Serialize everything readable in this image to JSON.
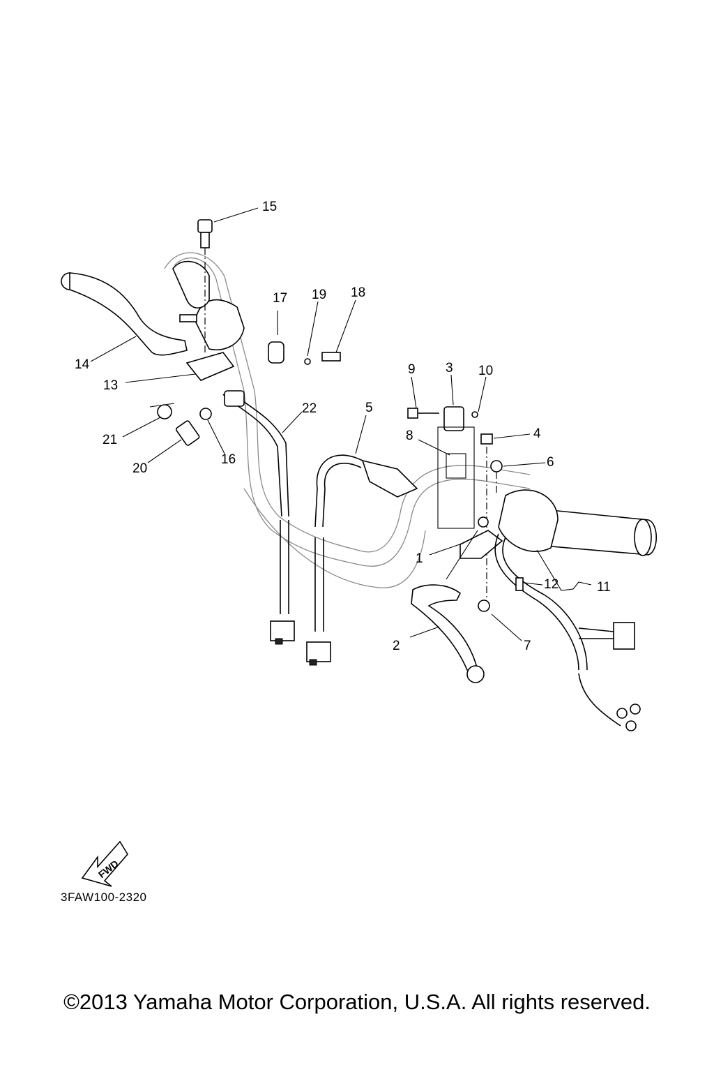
{
  "diagram": {
    "callouts": [
      "1",
      "2",
      "3",
      "4",
      "5",
      "6",
      "7",
      "8",
      "9",
      "10",
      "11",
      "12",
      "13",
      "14",
      "15",
      "16",
      "17",
      "18",
      "19",
      "20",
      "21",
      "22"
    ],
    "fwd_label": "FWD",
    "drawing_code": "3FAW100-2320"
  },
  "footer": {
    "copyright": "©2013 Yamaha Motor Corporation, U.S.A. All rights reserved."
  }
}
